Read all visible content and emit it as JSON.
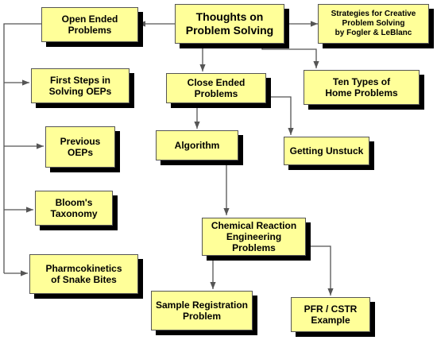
{
  "diagram": {
    "colors": {
      "box_fill": "#ffff99",
      "box_border": "#555555",
      "shadow": "#000000",
      "line": "#555555"
    },
    "nodes": {
      "thoughts": "Thoughts on\nProblem Solving",
      "open_ended": "Open Ended\nProblems",
      "strategies": "Strategies for Creative\nProblem Solving\nby Fogler & LeBlanc",
      "close_ended": "Close Ended\nProblems",
      "ten_types": "Ten Types of\nHome Problems",
      "first_steps": "First Steps in\nSolving OEPs",
      "algorithm": "Algorithm",
      "getting_unstuck": "Getting Unstuck",
      "previous_oeps": "Previous\nOEPs",
      "blooms": "Bloom's\nTaxonomy",
      "chem_reaction": "Chemical Reaction\nEngineering Problems",
      "pharmco": "Pharmcokinetics\nof Snake Bites",
      "sample_reg": "Sample Registration\nProblem",
      "pfr_cstr": "PFR / CSTR\nExample"
    }
  }
}
